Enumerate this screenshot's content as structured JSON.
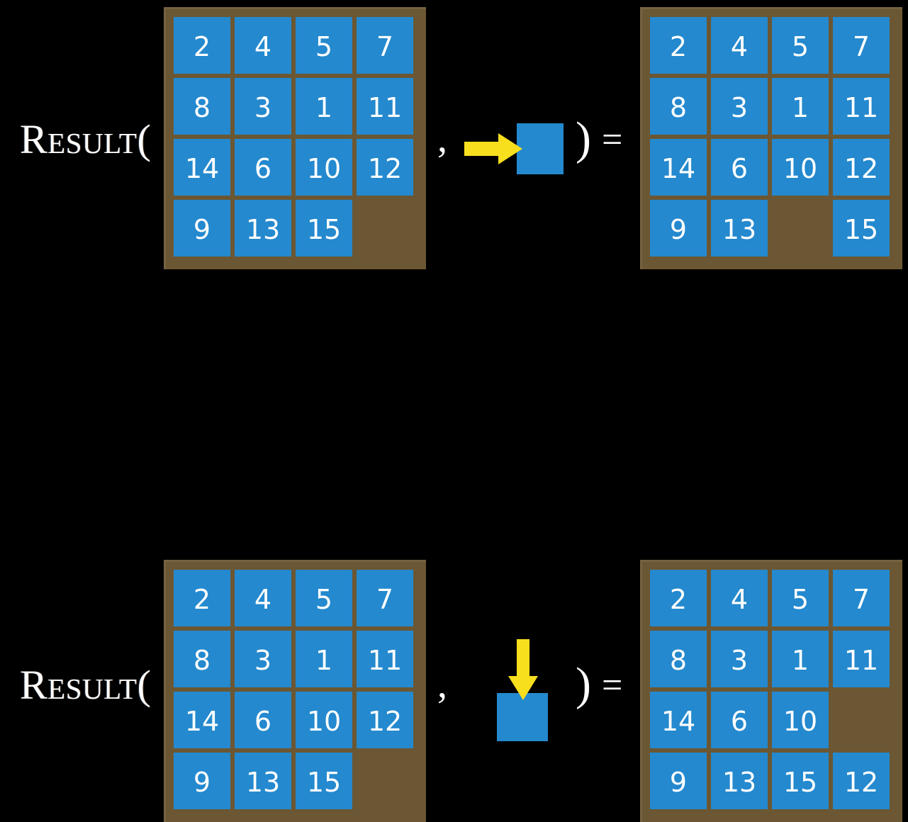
{
  "background_color": "#000000",
  "colors": {
    "board": "#6B5733",
    "tile": "#2489CE",
    "tile_text": "#FFFFFF",
    "arrow": "#F7DF1E",
    "text": "#FFFFFF"
  },
  "rows": [
    {
      "id": "slide-right",
      "label": "Result(",
      "comma": ",",
      "paren_close": ")",
      "equals": "=",
      "action": {
        "arrow_icon": "arrow-right-icon",
        "direction": "right",
        "tile_label": ""
      },
      "input_board": {
        "columns": 4,
        "rows": 4,
        "cells": [
          "2",
          "4",
          "5",
          "7",
          "8",
          "3",
          "1",
          "11",
          "14",
          "6",
          "10",
          "12",
          "9",
          "13",
          "15",
          ""
        ]
      },
      "output_board": {
        "columns": 4,
        "rows": 4,
        "cells": [
          "2",
          "4",
          "5",
          "7",
          "8",
          "3",
          "1",
          "11",
          "14",
          "6",
          "10",
          "12",
          "9",
          "13",
          "",
          "15"
        ]
      }
    },
    {
      "id": "slide-down",
      "label": "Result(",
      "comma": ",",
      "paren_close": ")",
      "equals": "=",
      "action": {
        "arrow_icon": "arrow-down-icon",
        "direction": "down",
        "tile_label": ""
      },
      "input_board": {
        "columns": 4,
        "rows": 4,
        "cells": [
          "2",
          "4",
          "5",
          "7",
          "8",
          "3",
          "1",
          "11",
          "14",
          "6",
          "10",
          "12",
          "9",
          "13",
          "15",
          ""
        ]
      },
      "output_board": {
        "columns": 4,
        "rows": 4,
        "cells": [
          "2",
          "4",
          "5",
          "7",
          "8",
          "3",
          "1",
          "11",
          "14",
          "6",
          "10",
          "",
          "9",
          "13",
          "15",
          "12"
        ]
      }
    }
  ]
}
